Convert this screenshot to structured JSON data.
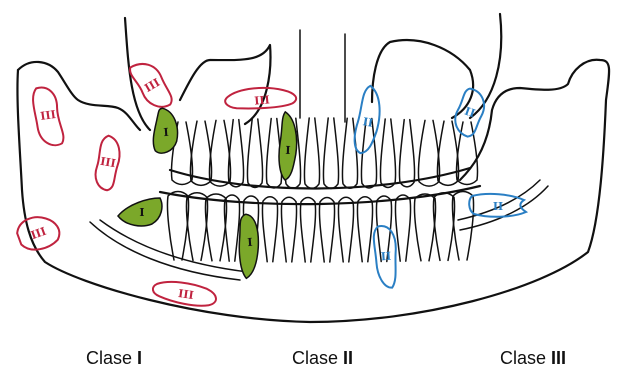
{
  "colors": {
    "ink": "#111111",
    "class_I": "#7ba82a",
    "class_II": "#2a7fc4",
    "class_III": "#c0233f"
  },
  "labels": [
    {
      "prefix": "Clase ",
      "numeral": "I"
    },
    {
      "prefix": "Clase ",
      "numeral": "II"
    },
    {
      "prefix": "Clase ",
      "numeral": "III"
    }
  ],
  "marks": {
    "class_I": "I",
    "class_II": "II",
    "class_III": "III"
  }
}
